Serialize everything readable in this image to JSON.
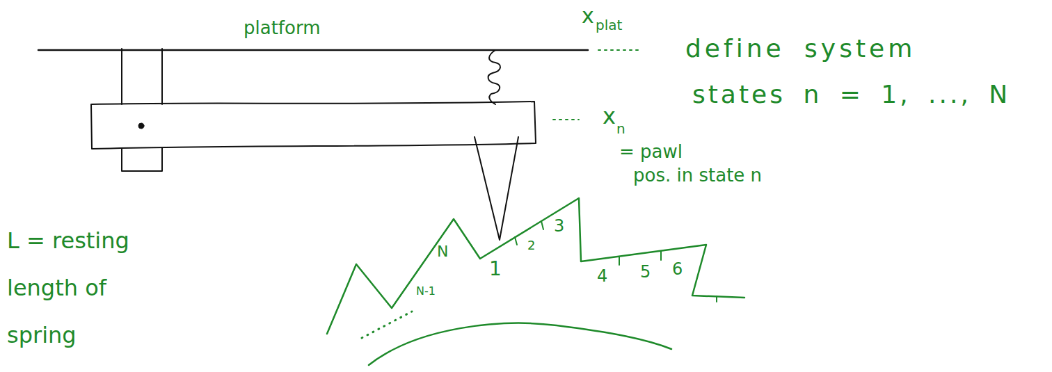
{
  "diagram": {
    "labels": [
      "platform",
      "x",
      "plat",
      "define system",
      "states n = 1, ..., N",
      "x",
      "n",
      "= pawl",
      "pos. in state n",
      "L = resting length of spring",
      "N",
      "N-1",
      "1",
      "2",
      "3",
      "4",
      "5",
      "6"
    ]
  }
}
